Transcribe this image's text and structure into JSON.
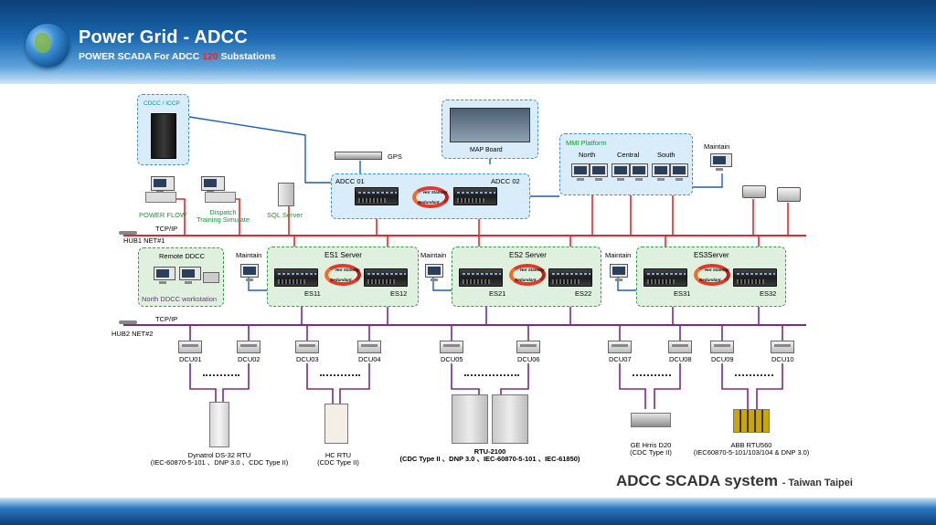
{
  "header": {
    "title": "Power Grid - ADCC",
    "subtitle_pre": "POWER SCADA For ADCC ",
    "subtitle_num": "120",
    "subtitle_post": " Substations"
  },
  "footer": {
    "system_main": "ADCC SCADA system ",
    "system_loc": "- Taiwan Taipei"
  },
  "labels": {
    "cdcc": "CDCC / ICCP",
    "map_board": "MAP Board",
    "gps": "GPS",
    "mmi_platform": "MMI Platform",
    "north": "North",
    "central": "Central",
    "south": "South",
    "maintain": "Maintain",
    "adcc01": "ADCC 01",
    "adcc02": "ADCC 02",
    "power_flow": "POWER FLOW",
    "dispatch_1": "Dispatch",
    "dispatch_2": "Training Simulate",
    "sql_server": "SQL Server",
    "tcpip": "TCP/IP",
    "hub1": "HUB1  NET#1",
    "hub2": "HUB2  NET#2",
    "remote_ddcc": "Remote DDCC",
    "north_ddcc": "North  DDCC workstation",
    "es1": "ES1 Server",
    "es2": "ES2 Server",
    "es3": "ES3Server",
    "es11": "ES11",
    "es12": "ES12",
    "es21": "ES21",
    "es22": "ES22",
    "es31": "ES31",
    "es32": "ES32",
    "hot_standby": "Hot Standby",
    "redundant": "Redundant"
  },
  "dcus": [
    "DCU01",
    "DCU02",
    "DCU03",
    "DCU04",
    "DCU05",
    "DCU06",
    "DCU07",
    "DCU08",
    "DCU09",
    "DCU10"
  ],
  "rtus": {
    "dynatrol_name": "Dynatrol DS-32 RTU",
    "dynatrol_proto": "(IEC-60870-5-101 、DNP 3.0 、CDC Type II)",
    "hc_name": "HC RTU",
    "hc_proto": "(CDC Type II)",
    "rtu2100_name": "RTU-2100",
    "rtu2100_proto": "(CDC Type II  、DNP 3.0 、IEC-60870-5-101 、IEC-61850)",
    "ge_name": "GE Hrris D20",
    "ge_proto": "(CDC Type II)",
    "abb_name": "ABB RTU560",
    "abb_proto": "(IEC60870-5-101/103/104 & DNP 3.0)"
  },
  "colors": {
    "net1": "#e5262b",
    "net2": "#7b2a8c",
    "link": "#1b5fae",
    "accent_green": "#14963a"
  }
}
